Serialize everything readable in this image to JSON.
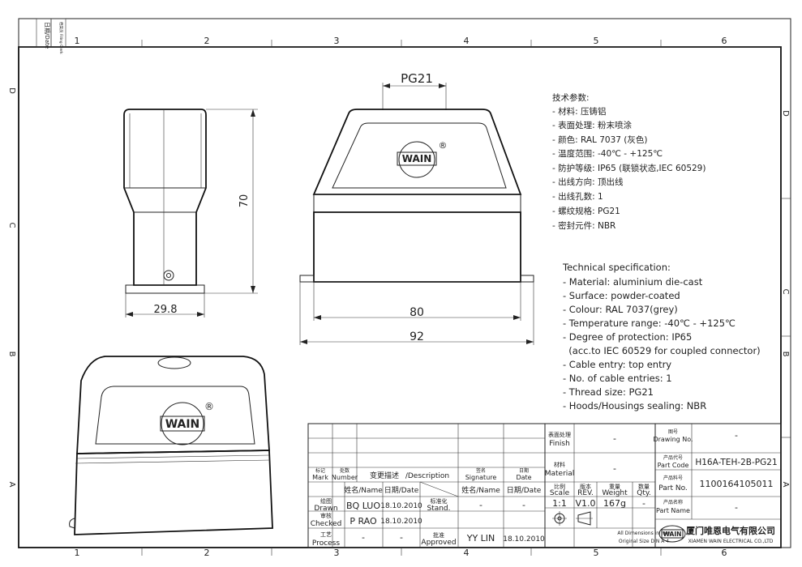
{
  "frame": {
    "col_labels": [
      "1",
      "2",
      "3",
      "4",
      "5",
      "6"
    ],
    "row_labels": [
      "D",
      "C",
      "B",
      "A"
    ],
    "corner_labels": [
      "日期/Date",
      "档案员 Filing Clerk"
    ]
  },
  "dimensions": {
    "pg": "PG21",
    "height": "70",
    "side_width": "29.8",
    "inner_width": "80",
    "outer_width": "92"
  },
  "logo": {
    "text": "WAIN",
    "registered": "®"
  },
  "spec_cn": {
    "title": "技术参数:",
    "items": [
      "- 材料: 压铸铝",
      "- 表面处理: 粉末喷涂",
      "- 颜色: RAL 7037 (灰色)",
      "- 温度范围: -40℃ - +125℃",
      "- 防护等级: IP65 (联锁状态,IEC 60529)",
      "- 出线方向: 顶出线",
      "- 出线孔数: 1",
      "- 螺纹规格: PG21",
      "- 密封元件: NBR"
    ]
  },
  "spec_en": {
    "title": "Technical specification:",
    "items": [
      "- Material: aluminium die-cast",
      "- Surface: powder-coated",
      "- Colour: RAL 7037(grey)",
      "- Temperature range: -40℃ - +125℃",
      "- Degree of protection: IP65",
      "  (acc.to IEC 60529 for coupled connector)",
      "- Cable entry: top entry",
      "- No. of cable entries: 1",
      "- Thread size: PG21",
      "- Hoods/Housings sealing: NBR"
    ]
  },
  "title_block": {
    "rev_headers": {
      "mark_cn": "标记",
      "mark_en": "Mark",
      "number_cn": "处数",
      "number_en": "Number",
      "desc_cn": "变更描述",
      "desc_en": "/Description",
      "sig_cn": "签名",
      "sig_en": "Signature",
      "date_cn": "日期",
      "date_en": "Date"
    },
    "name_hdr": "姓名/Name",
    "date_hdr": "日期/Date",
    "name_hdr2": "姓名/Name",
    "date_hdr2": "日期/Date",
    "drawn_cn": "绘图",
    "drawn_en": "Drawn",
    "checked_cn": "审核",
    "checked_en": "Checked",
    "process_cn": "工艺",
    "process_en": "Process",
    "stand_cn": "标准化",
    "stand_en": "Stand.",
    "approved_cn": "批准",
    "approved_en": "Approved",
    "drawn_name": "BQ LUO",
    "drawn_date": "18.10.2010",
    "checked_name": "P RAO",
    "checked_date": "18.10.2010",
    "process_name": "-",
    "process_date": "-",
    "stand_name": "-",
    "stand_date": "-",
    "approved_name": "YY LIN",
    "approved_date": "18.10.2010",
    "finish_cn": "表面处理",
    "finish_en": "Finish",
    "finish_val": "-",
    "material_cn": "材料",
    "material_en": "Material",
    "material_val": "-",
    "scale_cn": "比例",
    "scale_en": "Scale",
    "scale_val": "1:1",
    "rev_cn": "版本",
    "rev_en": "REV.",
    "rev_val": "V1.0",
    "weight_cn": "重量",
    "weight_en": "Weight",
    "weight_val": "167g",
    "qty_cn": "数量",
    "qty_en": "Qty.",
    "qty_val": "-",
    "dims_note_1": "All Dimensions in mm",
    "dims_note_2": "Original Size DIN A 4",
    "drawing_no_cn": "图号",
    "drawing_no_en": "Drawing No.",
    "drawing_no_val": "-",
    "part_code_cn": "产品代号",
    "part_code_en": "Part Code",
    "part_code_val": "H16A-TEH-2B-PG21",
    "part_no_cn": "产品料号",
    "part_no_en": "Part No.",
    "part_no_val": "1100164105011",
    "part_name_cn": "产品名称",
    "part_name_en": "Part Name",
    "part_name_val": "-",
    "company_cn": "厦门唯恩电气有限公司",
    "company_en": "XIAMEN WAIN ELECTRICAL CO.,LTD"
  }
}
